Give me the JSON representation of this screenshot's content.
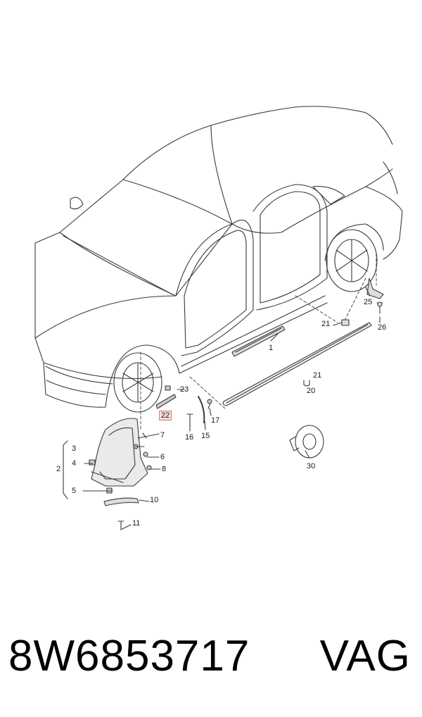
{
  "diagram": {
    "callouts": [
      {
        "id": "c1",
        "text": "1"
      },
      {
        "id": "c2",
        "text": "2"
      },
      {
        "id": "c3",
        "text": "3"
      },
      {
        "id": "c4",
        "text": "4"
      },
      {
        "id": "c5",
        "text": "5"
      },
      {
        "id": "c6",
        "text": "6"
      },
      {
        "id": "c7",
        "text": "7"
      },
      {
        "id": "c8",
        "text": "8"
      },
      {
        "id": "c10",
        "text": "10"
      },
      {
        "id": "c11",
        "text": "11"
      },
      {
        "id": "c15",
        "text": "15"
      },
      {
        "id": "c16",
        "text": "16"
      },
      {
        "id": "c17",
        "text": "17"
      },
      {
        "id": "c20",
        "text": "20"
      },
      {
        "id": "c21a",
        "text": "21"
      },
      {
        "id": "c21b",
        "text": "21"
      },
      {
        "id": "c22",
        "text": "22"
      },
      {
        "id": "c23",
        "text": "23"
      },
      {
        "id": "c25",
        "text": "25"
      },
      {
        "id": "c26",
        "text": "26"
      },
      {
        "id": "c30",
        "text": "30"
      }
    ]
  },
  "footer": {
    "part_number": "8W6853717",
    "brand": "VAG"
  },
  "colors": {
    "line": "#3a3a3a",
    "highlight_fill": "#f6dede",
    "highlight_border": "#d77a7a"
  }
}
